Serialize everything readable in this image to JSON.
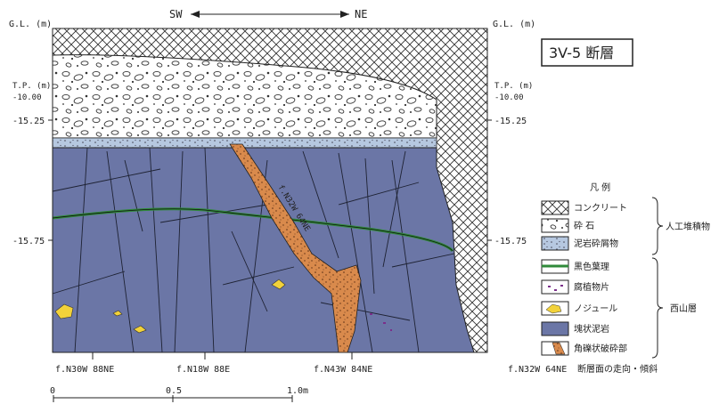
{
  "orientation": {
    "left": "SW",
    "right": "NE"
  },
  "axis_left": {
    "header": "G.L. (m)",
    "tp_label": "T.P. (m)",
    "tp_value": "-10.00",
    "tick_upper": "-15.25",
    "tick_lower": "-15.75"
  },
  "axis_right": {
    "header": "G.L. (m)",
    "tp_label": "T.P. (m)",
    "tp_value": "-10.00",
    "tick_upper": "-15.25",
    "tick_lower": "-15.75"
  },
  "title": "3V-5 断層",
  "fault_annotation_in_figure": "f.N32W 64NE",
  "fracture_labels": [
    "f.N30W 88NE",
    "f.N18W 88E",
    "f.N43W 84NE"
  ],
  "scale": {
    "ticks": [
      "0",
      "0.5",
      "1.0m"
    ]
  },
  "legend": {
    "title": "凡 例",
    "items": [
      {
        "label": "コンクリート",
        "pattern": "concrete"
      },
      {
        "label": "砕 石",
        "pattern": "gravel"
      },
      {
        "label": "泥岩砕屑物",
        "pattern": "mudstone_debris"
      },
      {
        "label": "黒色葉理",
        "pattern": "black_lamina"
      },
      {
        "label": "腐植物片",
        "pattern": "humus"
      },
      {
        "label": "ノジュール",
        "pattern": "nodule"
      },
      {
        "label": "塊状泥岩",
        "pattern": "massive_mudstone"
      },
      {
        "label": "角礫状破砕部",
        "pattern": "breccia"
      }
    ],
    "groups": [
      {
        "label": "人工堆積物"
      },
      {
        "label": "西山層"
      }
    ],
    "fault_symbol_text": "f.N32W 64NE",
    "fault_symbol_desc": "断層面の走向・傾斜"
  },
  "colors": {
    "mudstone": "#6b76a6",
    "debris": "#b6c8e0",
    "breccia": "#d98a4c",
    "lamina": "#2f8a3a",
    "nodule": "#f2d23a",
    "humus": "#7b2f8a"
  }
}
